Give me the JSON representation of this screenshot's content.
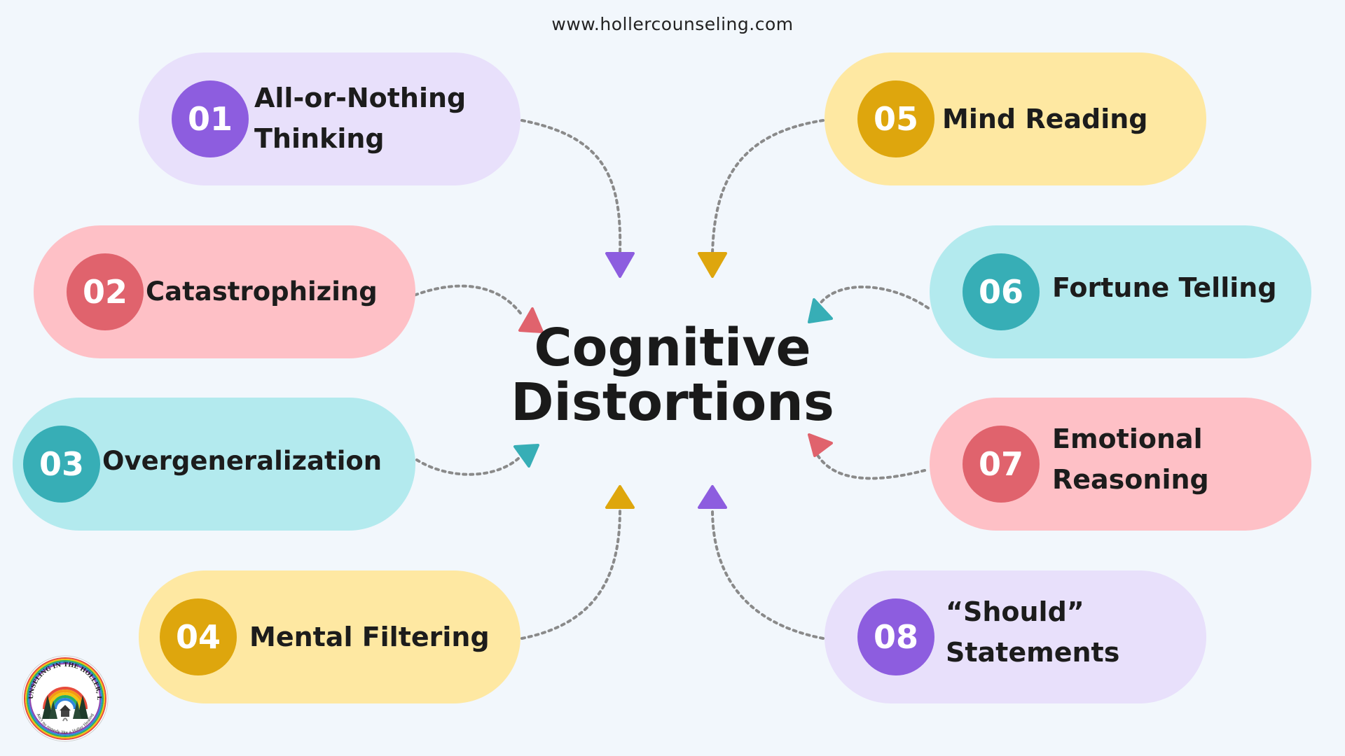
{
  "website": "www.hollercounseling.com",
  "title": {
    "line1": "Cognitive",
    "line2": "Distortions"
  },
  "colors": {
    "purple_bg": "#e8e0fb",
    "purple": "#8d5ddf",
    "pink_bg": "#fec0c6",
    "red": "#e0636d",
    "teal_bg": "#b3eaee",
    "teal": "#37aeb6",
    "yellow_bg": "#fee8a2",
    "gold": "#dea60d",
    "connector": "#8a8a8a"
  },
  "items": [
    {
      "number": "01",
      "line1": "All-or-Nothing",
      "line2": "Thinking"
    },
    {
      "number": "02",
      "line1": "Catastrophizing"
    },
    {
      "number": "03",
      "line1": "Overgeneralization"
    },
    {
      "number": "04",
      "line1": "Mental Filtering"
    },
    {
      "number": "05",
      "line1": "Mind Reading"
    },
    {
      "number": "06",
      "line1": "Fortune Telling"
    },
    {
      "number": "07",
      "line1": "Emotional",
      "line2": "Reasoning"
    },
    {
      "number": "08",
      "line1": "“Should”",
      "line2": "Statements"
    }
  ],
  "logo": {
    "top_text": "COUNSELING IN THE HOLLER, LLC",
    "bottom_text": "Ain't no remedy like a Holler Healing"
  }
}
